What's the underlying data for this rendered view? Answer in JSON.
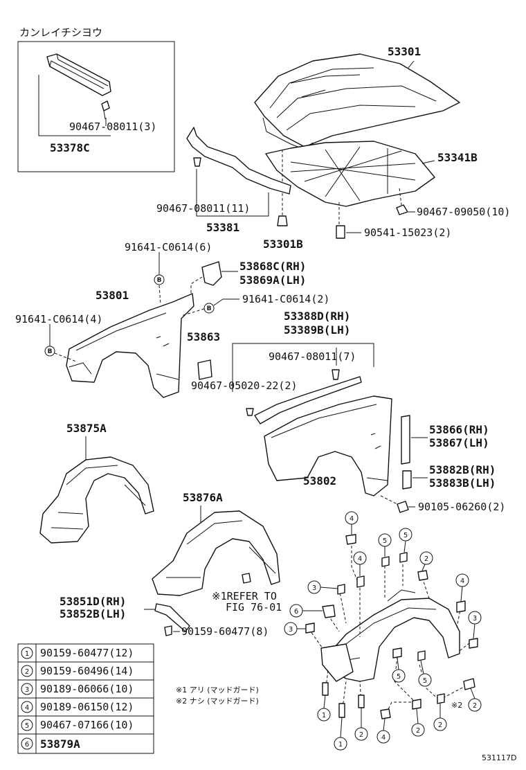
{
  "box_title": "カンレイチシヨウ",
  "labels": {
    "p53301": "53301",
    "p53341B": "53341B",
    "p90467_09050": "90467-09050(10)",
    "p90541_15023": "90541-15023(2)",
    "p53301B": "53301B",
    "p90467_08011_11": "90467-08011(11)",
    "p53381": "53381",
    "p90467_08011_3": "90467-08011(3)",
    "p53378C": "53378C",
    "p91641_C0614_6": "91641-C0614(6)",
    "p53868C": "53868C(RH)",
    "p53869A": "53869A(LH)",
    "p53801": "53801",
    "p91641_C0614_2": "91641-C0614(2)",
    "p91641_C0614_4": "91641-C0614(4)",
    "p53388D": "53388D(RH)",
    "p53389B": "53389B(LH)",
    "p53863": "53863",
    "p90467_08011_7": "90467-08011(7)",
    "p90467_05020": "90467-05020-22(2)",
    "p53866": "53866(RH)",
    "p53867": "53867(LH)",
    "p53882B": "53882B(RH)",
    "p53883B": "53883B(LH)",
    "p53802": "53802",
    "p90105_06260": "90105-06260(2)",
    "p53875A": "53875A",
    "p53876A": "53876A",
    "p53851D": "53851D(RH)",
    "p53852B": "53852B(LH)",
    "p90159_60477_8": "90159-60477(8)",
    "refer1": "※1REFER TO",
    "refer2": "FIG 76-01",
    "note1": "※1 アリ (マッドガード)",
    "note2": "※2 ナシ (マッドガード)",
    "star2": "※2",
    "code": "531117D",
    "circle_b": "B"
  },
  "legend": [
    {
      "num": "1",
      "part": "90159-60477(12)"
    },
    {
      "num": "2",
      "part": "90159-60496(14)"
    },
    {
      "num": "3",
      "part": "90189-06066(10)"
    },
    {
      "num": "4",
      "part": "90189-06150(12)"
    },
    {
      "num": "5",
      "part": "90467-07166(10)"
    },
    {
      "num": "6",
      "part": "53879A"
    }
  ],
  "callouts": [
    "4",
    "4",
    "5",
    "5",
    "2",
    "3",
    "6",
    "3",
    "4",
    "3",
    "2",
    "1",
    "5",
    "5",
    "1",
    "2",
    "4",
    "2",
    "2",
    "2"
  ]
}
